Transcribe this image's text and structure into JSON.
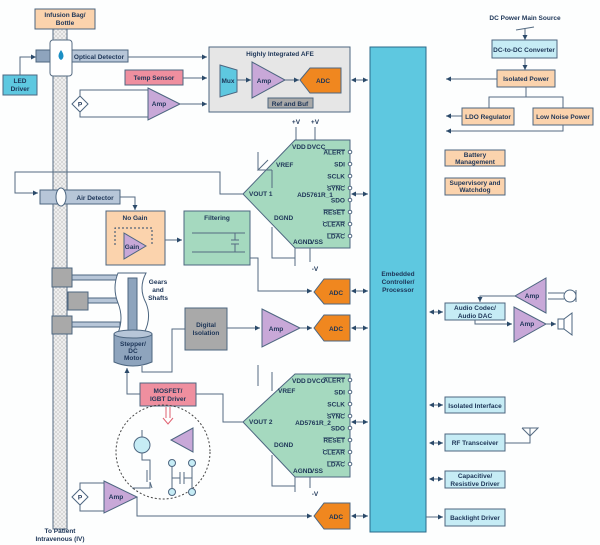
{
  "colors": {
    "controller": "#5ec8e0",
    "adc": "#f0871f",
    "amp": "#c8a8d8",
    "dac": "#a5d9bf",
    "power": "#fbd3ad",
    "peripheral": "#c6ecf5",
    "sensor": "#ef8f9f"
  },
  "left": {
    "infusion_bag": [
      "Infusion Bag/",
      "Bottle"
    ],
    "optical_detector": "Optical Detector",
    "led_driver": [
      "LED",
      "Driver"
    ],
    "temp_sensor": "Temp Sensor",
    "pressure": "P",
    "amp": "Amp",
    "air_detector": "Air Detector",
    "no_gain": "No Gain",
    "gain": "Gain",
    "filtering": "Filtering",
    "gears": [
      "Gears",
      "and",
      "Shafts"
    ],
    "motor": [
      "Stepper/",
      "DC",
      "Motor"
    ],
    "digital_isolation": [
      "Digital",
      "Isolation"
    ],
    "mosfet": [
      "MOSFET/",
      "IGBT Driver"
    ],
    "to_patient": [
      "To Patient",
      "Intravenous (IV)"
    ]
  },
  "afe": {
    "title": "Highly Integrated AFE",
    "mux": "Mux",
    "amp": "Amp",
    "adc": "ADC",
    "ref": "Ref and Buf"
  },
  "dac1": {
    "name": "AD5761R_1",
    "vout": "VOUT 1",
    "pins": [
      "ALERT",
      "SDI",
      "SCLK",
      "SYNC",
      "SDO",
      "RESET",
      "CLEAR",
      "LDAC"
    ],
    "vdd": "VDD",
    "dvcc": "DVCC",
    "vref": "VREF",
    "dgnd": "DGND",
    "agnd": "AGND",
    "vss": "VSS",
    "pos": "+V",
    "neg": "-V"
  },
  "dac2": {
    "name": "AD5761R_2",
    "vout": "VOUT 2",
    "pins": [
      "ALERT",
      "SDI",
      "SCLK",
      "SYNC",
      "SDO",
      "RESET",
      "CLEAR",
      "LDAC"
    ],
    "vdd": "VDD",
    "dvcc": "DVCC",
    "vref": "VREF",
    "dgnd": "DGND",
    "agnd": "AGND",
    "vss": "VSS",
    "neg": "-V"
  },
  "adc_label": "ADC",
  "controller": [
    "Embedded",
    "Controller/",
    "Processor"
  ],
  "power": {
    "source": "DC Power Main Source",
    "dcdc": "DC-to-DC Converter",
    "isolated": "Isolated Power",
    "ldo": "LDO Regulator",
    "low_noise": "Low Noise Power",
    "battery": [
      "Battery",
      "Management"
    ],
    "supervisory": [
      "Supervisory and",
      "Watchdog"
    ]
  },
  "right": {
    "audio": [
      "Audio Codec/",
      "Audio DAC"
    ],
    "amp": "Amp",
    "isolated_interface": "Isolated Interface",
    "rf": "RF Transceiver",
    "cap": [
      "Capacitive/",
      "Resistive Driver"
    ],
    "backlight": "Backlight Driver"
  }
}
